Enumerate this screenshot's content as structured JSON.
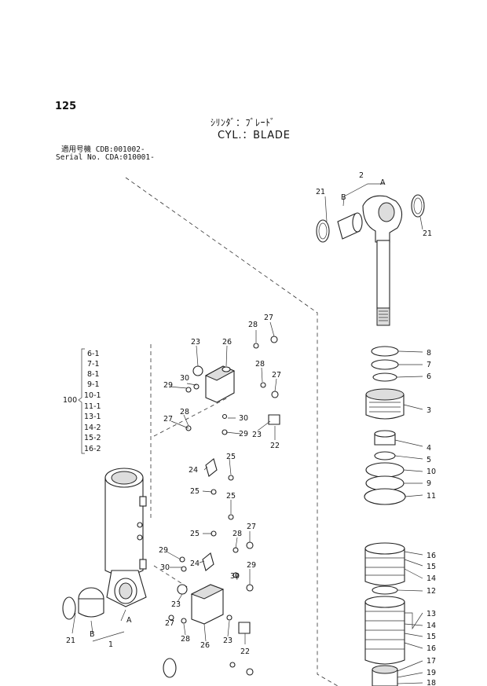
{
  "page_number": "125",
  "title_jp": "ｼﾘﾝﾀﾞ：ﾌﾞﾚｰﾄﾞ",
  "title_en": "CYL.：BLADE",
  "serial": {
    "line1": "適用号機  CDB:001002-",
    "line2": "Serial No. CDA:010001-"
  },
  "kit": {
    "number": "100",
    "items": [
      "6-1",
      "7-1",
      "8-1",
      "9-1",
      "10-1",
      "11-1",
      "13-1",
      "14-2",
      "15-2",
      "16-2"
    ]
  },
  "callouts": {
    "c2": "2",
    "cA_top": "A",
    "cB_top": "B",
    "c21_tl": "21",
    "c21_tr": "21",
    "c8": "8",
    "c7": "7",
    "c6": "6",
    "c3": "3",
    "c4": "4",
    "c5": "5",
    "c10": "10",
    "c9": "9",
    "c11": "11",
    "c16a": "16",
    "c15a": "15",
    "c14a": "14",
    "c12": "12",
    "c13": "13",
    "c14b": "14",
    "c15b": "15",
    "c16b": "16",
    "c17": "17",
    "c19": "19",
    "c18": "18",
    "v_23a": "23",
    "v_26a": "26",
    "v_28a": "28",
    "v_27a": "27",
    "v_28b": "28",
    "v_27b": "27",
    "v_29a": "29",
    "v_30a": "30",
    "v_28c": "28",
    "v_27c": "27",
    "v_30b": "30",
    "v_29b": "29",
    "v_23b": "23",
    "v_22a": "22",
    "m_25a": "25",
    "m_24a": "24",
    "m_25b": "25",
    "m_25c": "25",
    "m_25d": "25",
    "m_29": "29",
    "m_30": "30",
    "m_24b": "24",
    "l_27a": "27",
    "l_28a": "28",
    "l_30": "30",
    "l_29": "29",
    "l_23a": "23",
    "l_27b": "27",
    "l_28b": "28",
    "l_26": "26",
    "l_23b": "23",
    "l_22": "22",
    "b_21": "21",
    "b_B": "B",
    "b_A": "A",
    "b_1": "1"
  }
}
